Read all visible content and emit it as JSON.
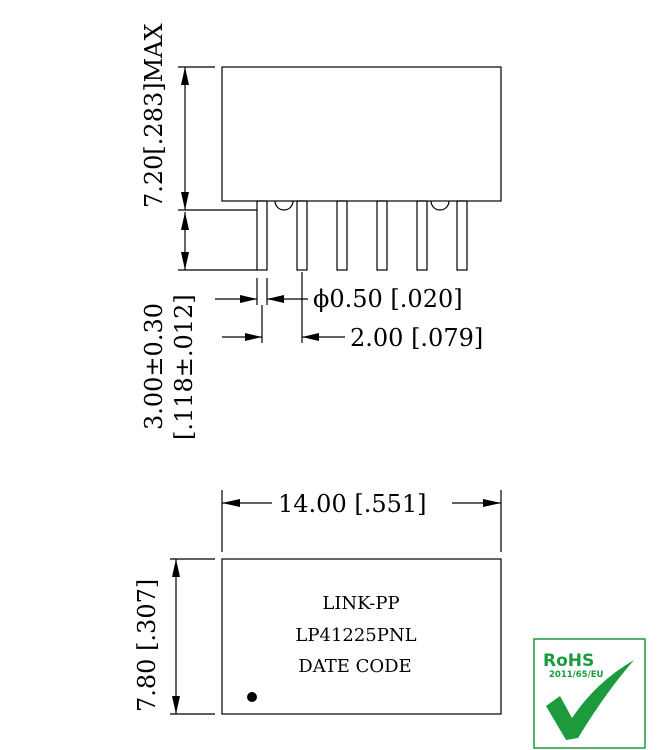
{
  "side_view": {
    "height_dim": "7.20[.283]MAX",
    "pin_length_dim_mm": "3.00±0.30",
    "pin_length_dim_in": "[.118±.012]",
    "pin_diameter_dim": "ϕ0.50 [.020]",
    "pin_pitch_dim": "2.00 [.079]"
  },
  "top_view": {
    "width_dim": "14.00 [.551]",
    "height_dim": "7.80 [.307]",
    "marking_line1": "LINK-PP",
    "marking_line2": "LP41225PNL",
    "marking_line3": "DATE CODE"
  },
  "badge": {
    "title": "RoHS",
    "subtitle": "2011/65/EU",
    "accent_color": "#1c9a3c",
    "icon": "checkmark-icon"
  }
}
